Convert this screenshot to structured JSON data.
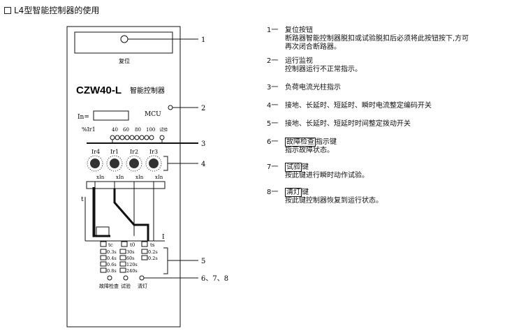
{
  "title": "L4型智能控制器的使用",
  "panel": {
    "reset_label": "复位",
    "model": "CZW40-L",
    "model_suffix": "智能控制器",
    "in_label": "In=",
    "mcu_label": "MCU",
    "pct_label": "%Ir1",
    "pct_values": [
      "40",
      "60",
      "80",
      "100",
      "试验"
    ],
    "dial_labels": [
      "Ir4",
      "Ir1",
      "Ir2",
      "Ir3"
    ],
    "xin_labels": [
      "xIn",
      "xIn",
      "xIn",
      "xIn"
    ],
    "t_axis": "t",
    "i_axis": "I",
    "time_headers": [
      "tc",
      "t0",
      "ts"
    ],
    "time_col1": [
      "0.3s",
      "0.4s",
      "0.6s",
      "0.8s"
    ],
    "time_col2": [
      "30s",
      "60s",
      "120s",
      "240s"
    ],
    "time_col3": [
      "0.2s",
      "0.2s"
    ],
    "buttons": [
      "故障检查",
      "试验",
      "清灯"
    ]
  },
  "callouts": [
    "1",
    "2",
    "3",
    "4",
    "5",
    "6、7、8"
  ],
  "legend": [
    {
      "num": "1一",
      "head": "复位按钮",
      "lines": [
        "断路器智能控制器脱扣或试验脱扣后必须将此按钮按下,方可",
        "再次闭合断路器。"
      ]
    },
    {
      "num": "2一",
      "head": "运行监视",
      "lines": [
        "控制器运行不正常指示。"
      ]
    },
    {
      "num": "3一",
      "head": "负荷电流光柱指示",
      "lines": []
    },
    {
      "num": "4一",
      "head": "接地、长延时、短延时、瞬时电流整定编码开关",
      "lines": []
    },
    {
      "num": "5一",
      "head": "接地、长延时、短延时时间整定拨动开关",
      "lines": []
    },
    {
      "num": "6一",
      "boxed": "故障检查",
      "tail": "指示键",
      "lines": [
        "指示故障状态。"
      ]
    },
    {
      "num": "7一",
      "boxed": "试验",
      "tail": "键",
      "lines": [
        "按此键进行瞬时动作试验。"
      ]
    },
    {
      "num": "8一",
      "boxed": "清灯",
      "tail": "键",
      "lines": [
        "按此键控制器恢复到运行状态。"
      ]
    }
  ]
}
